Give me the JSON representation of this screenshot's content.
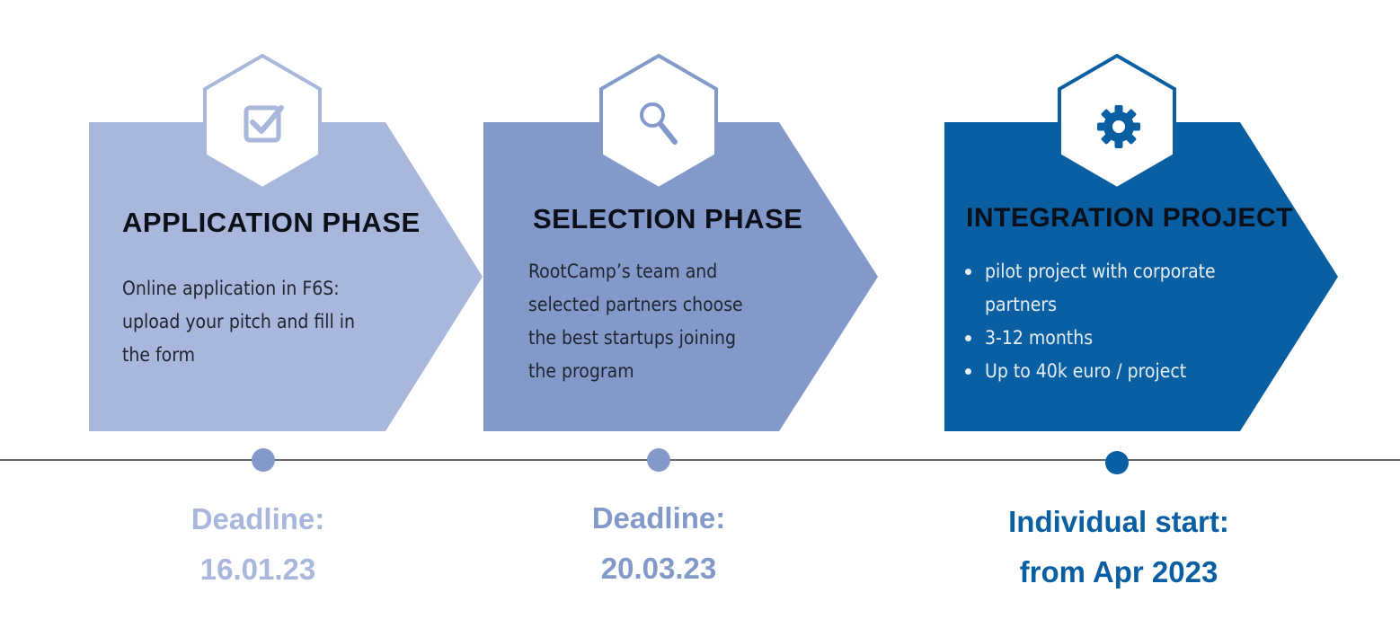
{
  "colors": {
    "phase1": "#aab7dc",
    "phase2": "#8399ca",
    "phase3": "#0a5fa3",
    "line": "#666666"
  },
  "phases": [
    {
      "title": "APPLICATION PHASE",
      "icon": "checkbox-icon",
      "desc_lines": [
        "Online application in F6S:",
        "upload your pitch and fill in",
        "the form"
      ],
      "deadline_label": "Deadline:",
      "deadline_value": "16.01.23"
    },
    {
      "title": "SELECTION PHASE",
      "icon": "magnifier-icon",
      "desc_lines": [
        "RootCamp’s team and",
        "selected partners choose",
        "the best startups joining",
        "the program"
      ],
      "deadline_label": "Deadline:",
      "deadline_value": "20.03.23"
    },
    {
      "title": "INTEGRATION PROJECT",
      "icon": "gear-icon",
      "bullets": [
        {
          "line1": "pilot project with corporate",
          "line2": "partners"
        },
        {
          "line1": "3-12 months"
        },
        {
          "line1": "Up to 40k euro / project"
        }
      ],
      "deadline_label": "Individual start:",
      "deadline_value": "from Apr 2023"
    }
  ]
}
